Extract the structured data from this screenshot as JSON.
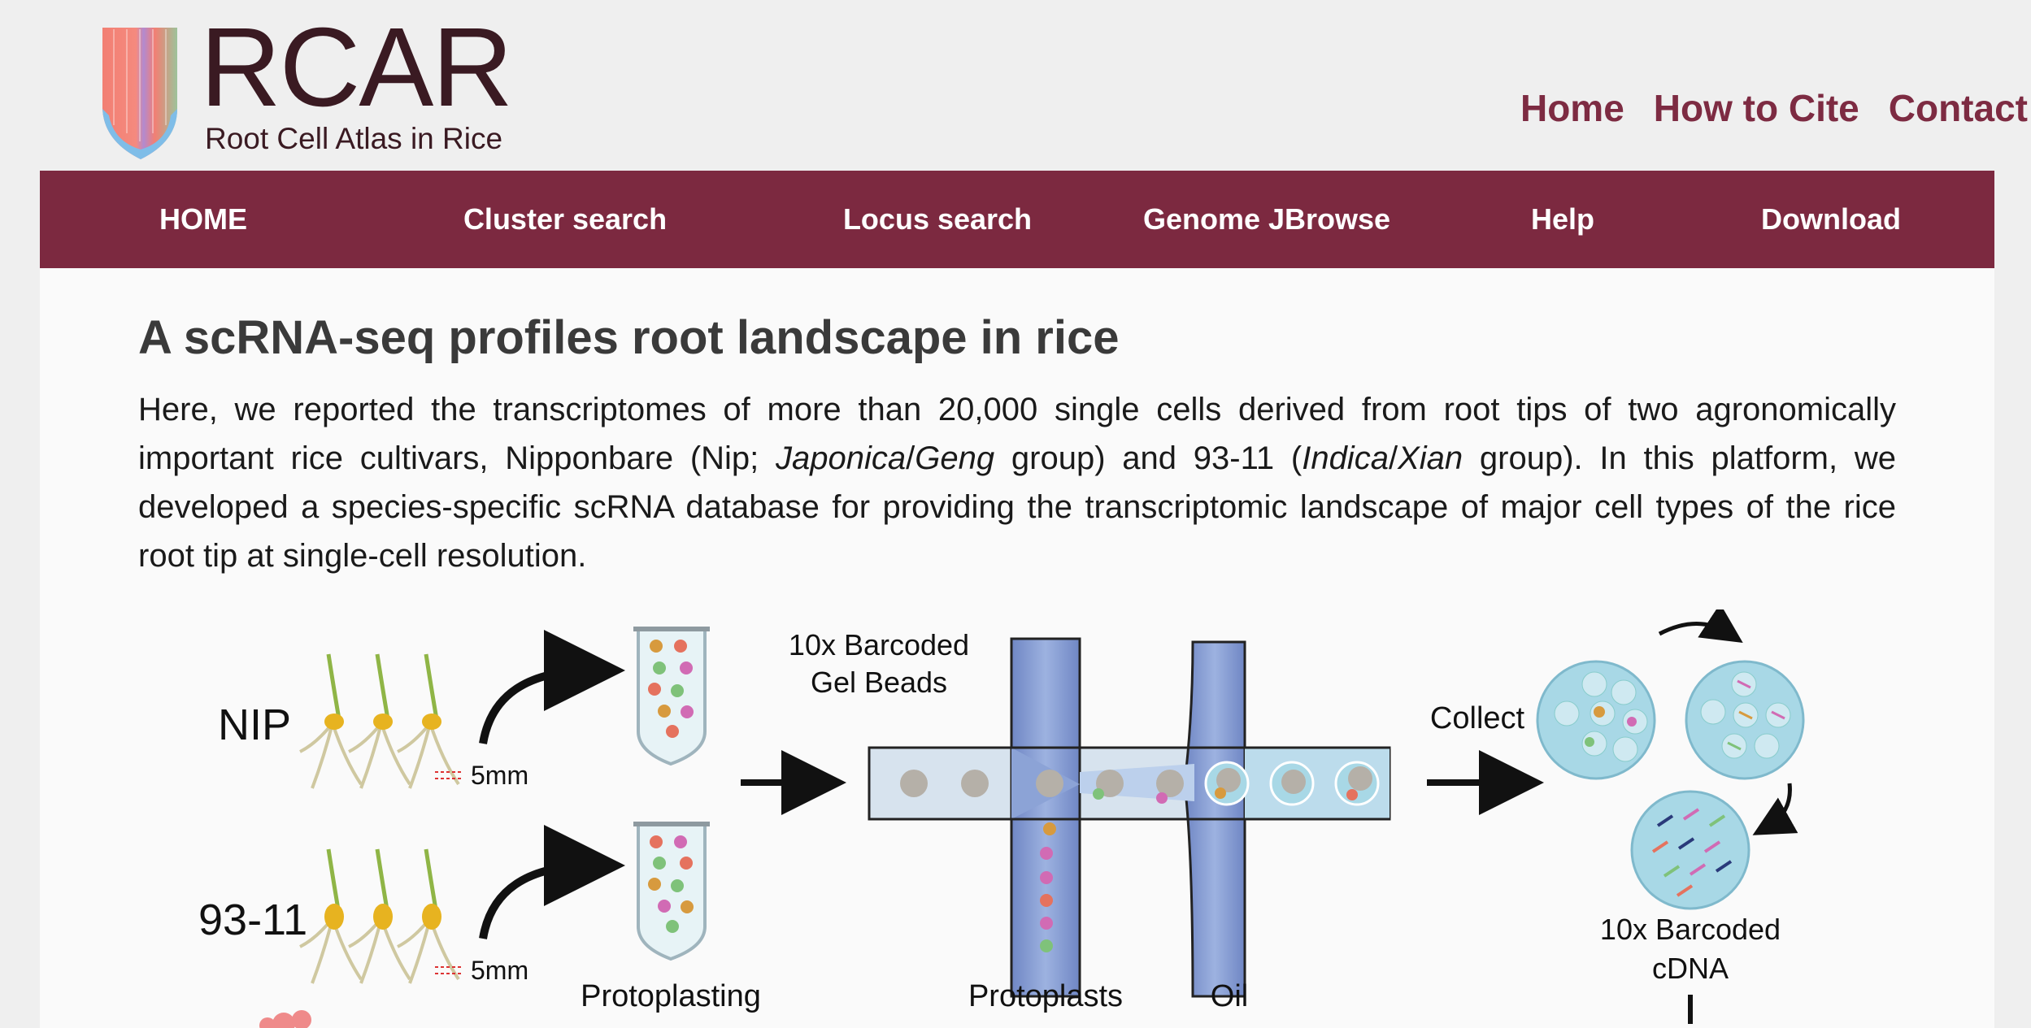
{
  "header": {
    "logo_title": "RCAR",
    "logo_subtitle": "Root Cell Atlas in Rice",
    "links": [
      "Home",
      "How to Cite",
      "Contact"
    ]
  },
  "navbar": {
    "items": [
      "HOME",
      "Cluster search",
      "Locus search",
      "Genome JBrowse",
      "Help",
      "Download"
    ]
  },
  "content": {
    "title": "A scRNA-seq profiles root landscape in rice",
    "intro": {
      "p1": "Here, we reported the transcriptomes of more than 20,000 single cells derived from root tips of two agronomically important rice cultivars, Nipponbare (Nip; ",
      "japonica": "Japonica",
      "slash1": "/",
      "geng": "Geng",
      "p2": " group) and 93-11 (",
      "indica": "Indica",
      "slash2": "/",
      "xian": "Xian",
      "p3": " group). In this platform, we developed a species-specific scRNA database for providing the transcriptomic landscape of major cell types of the rice root tip at single-cell resolution."
    }
  },
  "figure": {
    "nip_label": "NIP",
    "cultivar2_label": "93-11",
    "scale_label": "5mm",
    "protoplasting_label": "Protoplasting",
    "beads_line1": "10x Barcoded",
    "beads_line2": "Gel Beads",
    "protoplasts_label": "Protoplasts",
    "oil_label": "Oil",
    "collect_label": "Collect",
    "cdna_line1": "10x Barcoded",
    "cdna_line2": "cDNA"
  },
  "colors": {
    "brand": "#7c2940",
    "link": "#7d2b42",
    "channel": "#7f97cf",
    "droplet": "#a8d8e6"
  }
}
